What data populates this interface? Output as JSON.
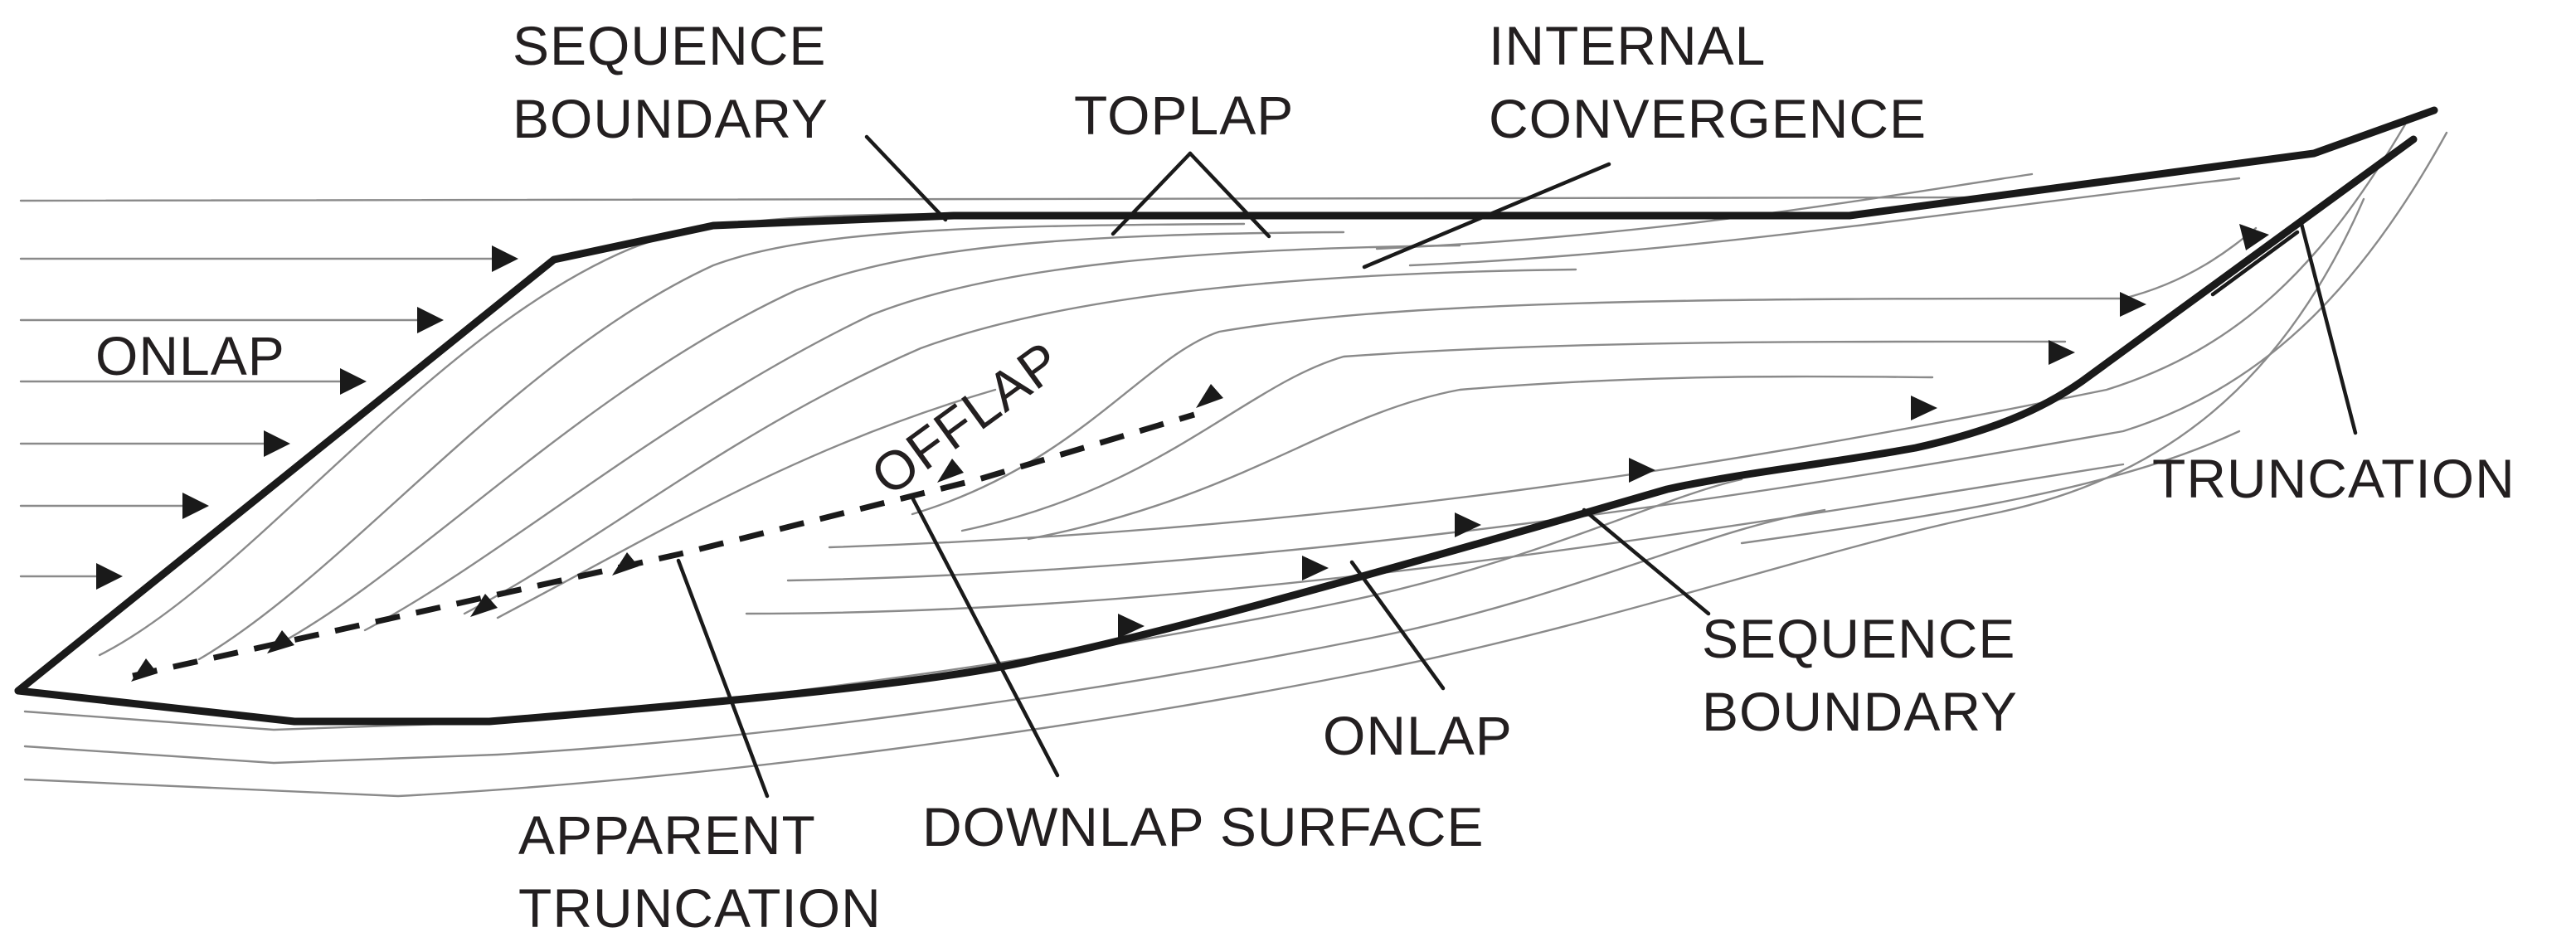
{
  "labels": {
    "sequence_boundary_top": [
      "SEQUENCE",
      "BOUNDARY"
    ],
    "toplap": "TOPLAP",
    "internal_convergence": [
      "INTERNAL",
      "CONVERGENCE"
    ],
    "onlap_left": "ONLAP",
    "offlap": "OFFLAP",
    "truncation": "TRUNCATION",
    "sequence_boundary_bottom": [
      "SEQUENCE",
      "BOUNDARY"
    ],
    "onlap_bottom": "ONLAP",
    "downlap_surface": "DOWNLAP SURFACE",
    "apparent_truncation": [
      "APPARENT",
      "TRUNCATION"
    ]
  },
  "colors": {
    "ink": "#1a1a1a",
    "thin_line": "#8a8a8a",
    "background": "#ffffff"
  }
}
